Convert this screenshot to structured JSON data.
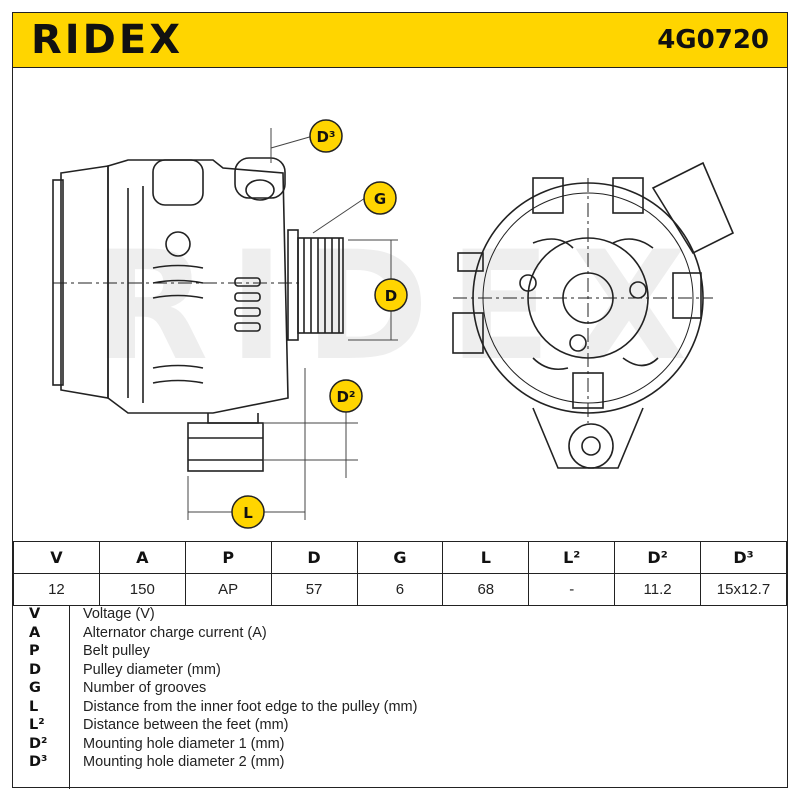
{
  "header": {
    "brand": "RIDEX",
    "part_number": "4G0720"
  },
  "diagram": {
    "watermark": "RIDEX",
    "callouts": {
      "d3": "D³",
      "g": "G",
      "d": "D",
      "d2": "D²",
      "l": "L"
    }
  },
  "specs": {
    "headers": [
      "V",
      "A",
      "P",
      "D",
      "G",
      "L",
      "L²",
      "D²",
      "D³"
    ],
    "values": [
      "12",
      "150",
      "AP",
      "57",
      "6",
      "68",
      "-",
      "11.2",
      "15x12.7"
    ]
  },
  "legend": [
    {
      "key": "V",
      "desc": "Voltage (V)"
    },
    {
      "key": "A",
      "desc": "Alternator charge current (A)"
    },
    {
      "key": "P",
      "desc": "Belt pulley"
    },
    {
      "key": "D",
      "desc": "Pulley diameter (mm)"
    },
    {
      "key": "G",
      "desc": "Number of grooves"
    },
    {
      "key": "L",
      "desc": "Distance from the inner foot edge to the pulley (mm)"
    },
    {
      "key": "L²",
      "desc": "Distance between the feet (mm)"
    },
    {
      "key": "D²",
      "desc": "Mounting hole diameter 1 (mm)"
    },
    {
      "key": "D³",
      "desc": "Mounting hole diameter 2 (mm)"
    }
  ],
  "colors": {
    "accent": "#ffd500",
    "line": "#222222",
    "watermark": "#e6e6e6"
  }
}
